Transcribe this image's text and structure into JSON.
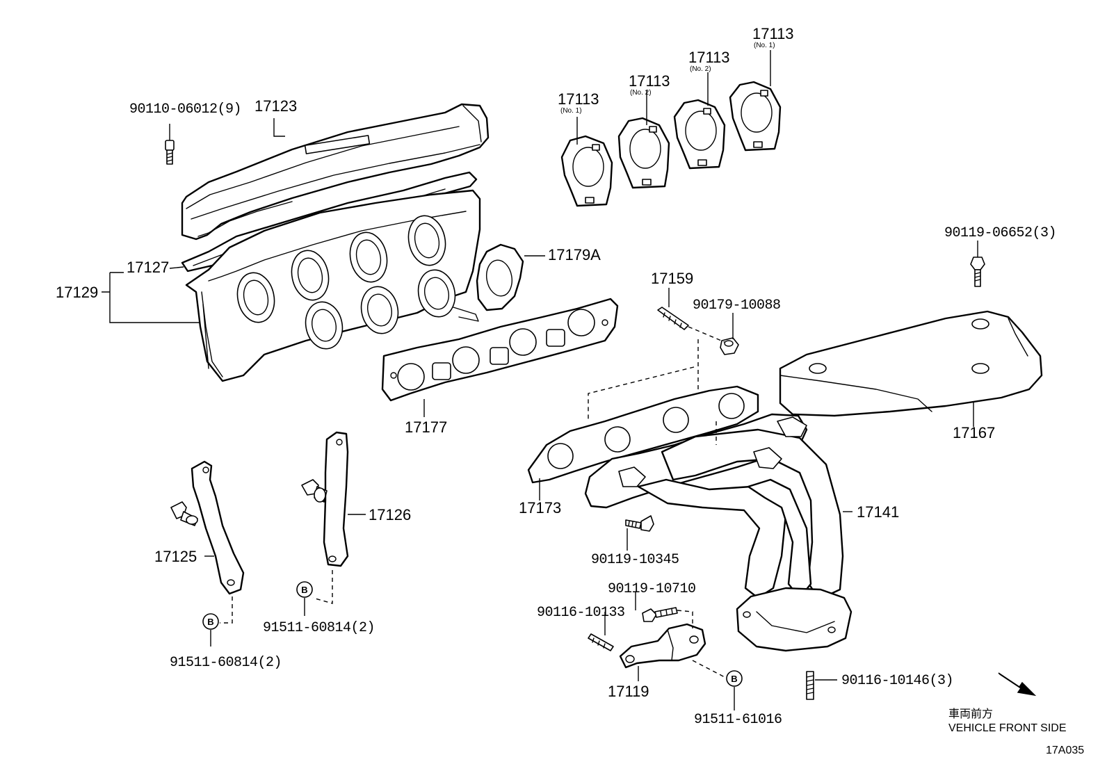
{
  "labels": {
    "p90110": "90110-06012(9)",
    "p17123": "17123",
    "p17127": "17127",
    "p17129": "17129",
    "p17179A": "17179A",
    "p17177": "17177",
    "p17125": "17125",
    "p17126": "17126",
    "p91511_a": "91511-60814(2)",
    "p91511_b": "91511-60814(2)",
    "p17113_1": "17113",
    "p17113_2": "17113",
    "p17113_3": "17113",
    "p17113_4": "17113",
    "no1_a": "(No. 1)",
    "no2_a": "(No. 2)",
    "no2_b": "(No. 2)",
    "no1_b": "(No. 1)",
    "p90119_06652": "90119-06652(3)",
    "p17159": "17159",
    "p90179": "90179-10088",
    "p17167": "17167",
    "p17173": "17173",
    "p17141": "17141",
    "p90119_10345": "90119-10345",
    "p90119_10710": "90119-10710",
    "p90116_10133": "90116-10133",
    "p17119": "17119",
    "p91511_61016": "91511-61016",
    "p90116_10146": "90116-10146(3)",
    "b_mark": "B"
  },
  "direction": {
    "jp": "車両前方",
    "en": "VEHICLE FRONT SIDE"
  },
  "figure_code": "17A035"
}
